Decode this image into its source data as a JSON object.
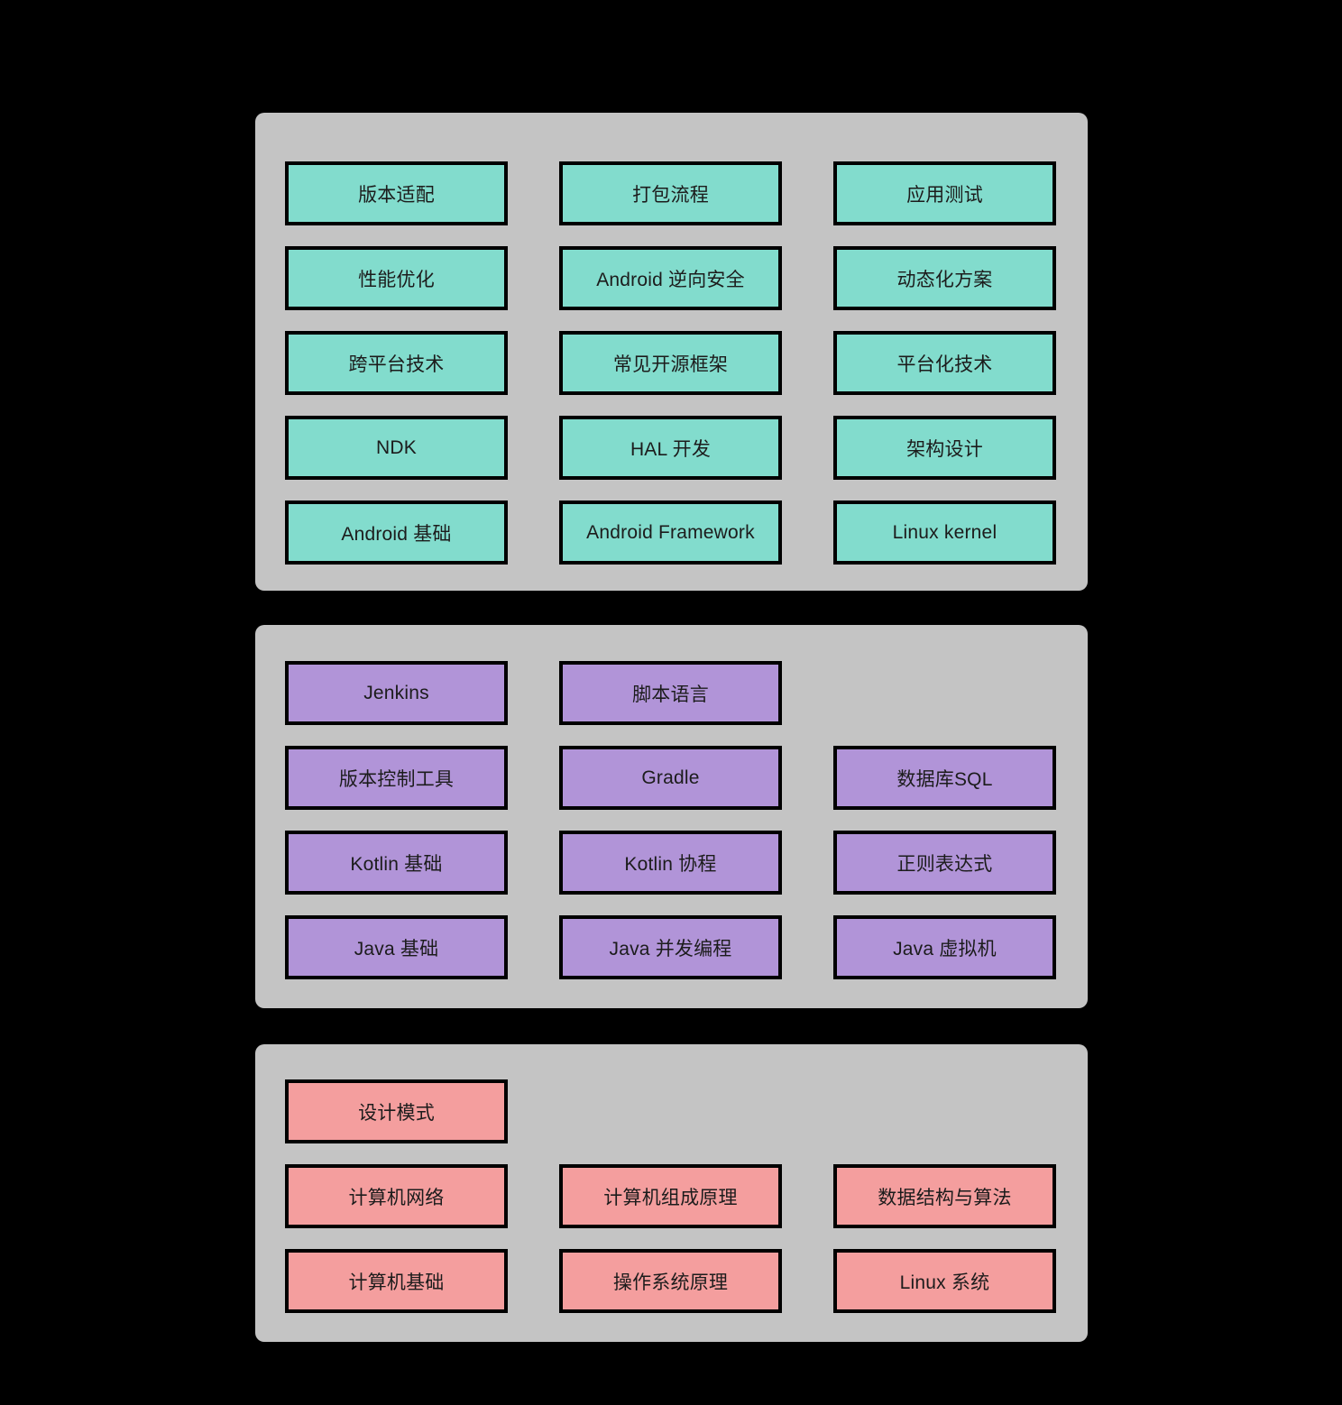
{
  "background_color": "#000000",
  "panel_color": "#c4c4c4",
  "border_color": "#000000",
  "text_color": "#1c1c1c",
  "panels": [
    {
      "box_color": "#82dccd",
      "rows": [
        [
          "版本适配",
          "打包流程",
          "应用测试"
        ],
        [
          "性能优化",
          "Android 逆向安全",
          "动态化方案"
        ],
        [
          "跨平台技术",
          "常见开源框架",
          "平台化技术"
        ],
        [
          "NDK",
          "HAL 开发",
          "架构设计"
        ],
        [
          "Android 基础",
          "Android Framework",
          "Linux kernel"
        ]
      ]
    },
    {
      "box_color": "#b194d8",
      "rows": [
        [
          "Jenkins",
          "脚本语言",
          null
        ],
        [
          "版本控制工具",
          "Gradle",
          "数据库SQL"
        ],
        [
          "Kotlin 基础",
          "Kotlin 协程",
          "正则表达式"
        ],
        [
          "Java 基础",
          "Java 并发编程",
          "Java 虚拟机"
        ]
      ]
    },
    {
      "box_color": "#f49e9e",
      "rows": [
        [
          "设计模式",
          null,
          null
        ],
        [
          "计算机网络",
          "计算机组成原理",
          "数据结构与算法"
        ],
        [
          "计算机基础",
          "操作系统原理",
          "Linux 系统"
        ]
      ]
    }
  ]
}
